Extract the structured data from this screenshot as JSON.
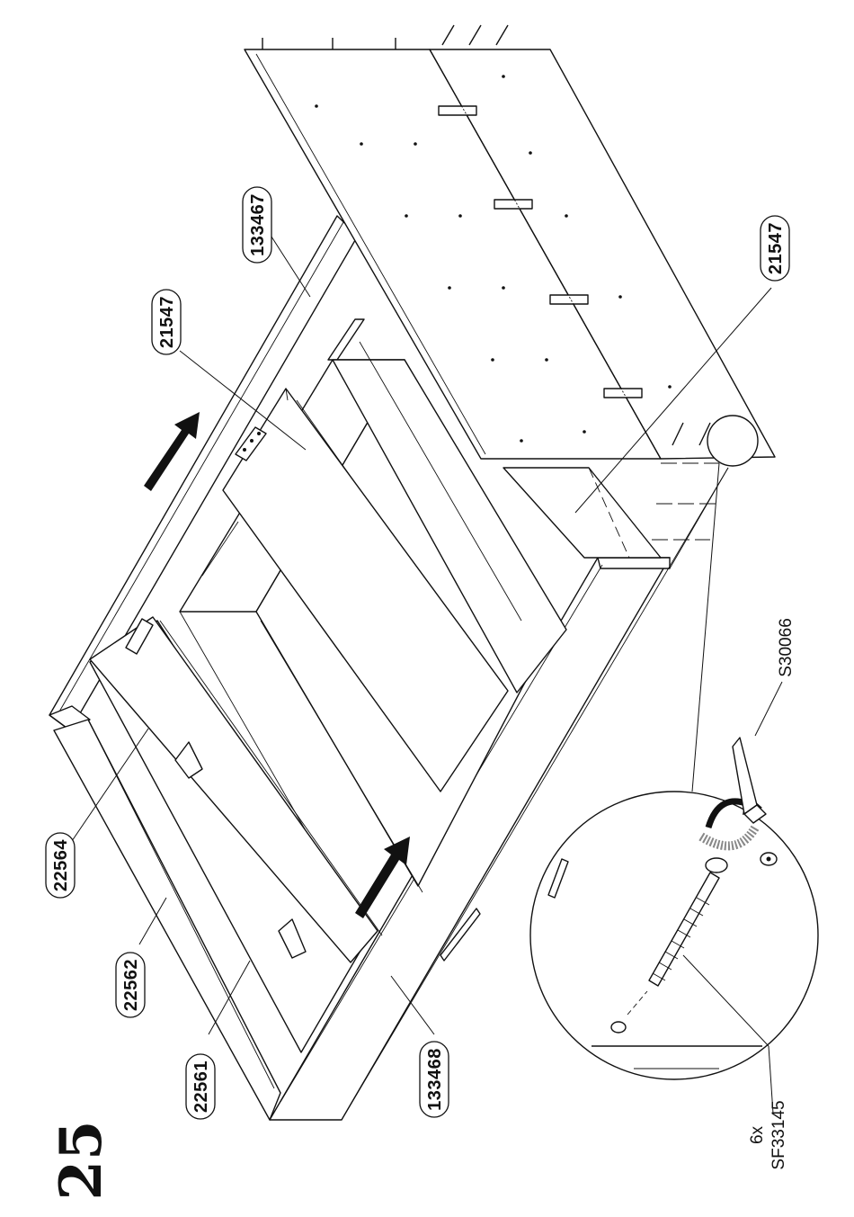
{
  "step": {
    "number": "25"
  },
  "parts": {
    "side_top": "133467",
    "side_bottom": "133468",
    "slat_center": "21547",
    "slat_right": "21547",
    "support_1": "22564",
    "support_2": "22562",
    "support_3": "22561"
  },
  "hardware": {
    "tool_code": "S30066",
    "screw_quantity": "6x",
    "screw_code": "SF33145"
  },
  "icons": [
    "push-arrow-icon",
    "allen-key-icon",
    "screw-icon",
    "rotate-arrow-icon"
  ],
  "colors": {
    "ink": "#111111",
    "paper": "#ffffff"
  }
}
